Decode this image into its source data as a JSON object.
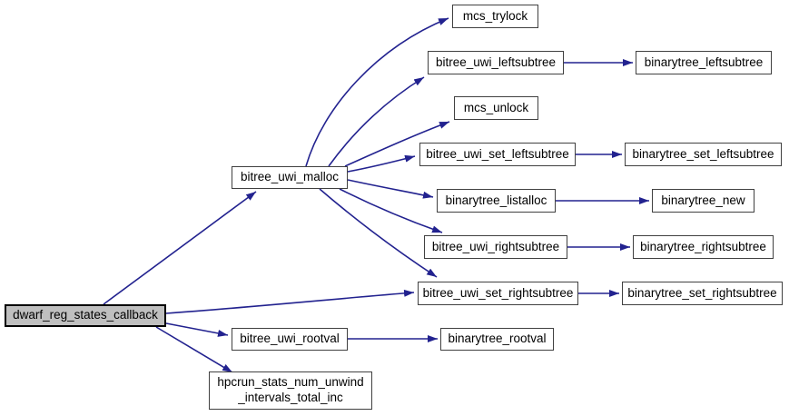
{
  "diagram": {
    "kind": "call-graph",
    "edge_color": "#22228f",
    "node_fill": "#ffffff",
    "node_border_color": "#404040",
    "root_fill": "#bfbfbf",
    "root_border_color": "#000000"
  },
  "nodes": [
    {
      "id": "dwarf_reg_states_callback",
      "label": "dwarf_reg_states_callback",
      "root": true
    },
    {
      "id": "bitree_uwi_malloc",
      "label": "bitree_uwi_malloc"
    },
    {
      "id": "bitree_uwi_rootval",
      "label": "bitree_uwi_rootval"
    },
    {
      "id": "hpcrun_stats_num_unwind_intervals_total_inc",
      "label_line1": "hpcrun_stats_num_unwind",
      "label_line2": "_intervals_total_inc"
    },
    {
      "id": "mcs_trylock",
      "label": "mcs_trylock"
    },
    {
      "id": "bitree_uwi_leftsubtree",
      "label": "bitree_uwi_leftsubtree"
    },
    {
      "id": "mcs_unlock",
      "label": "mcs_unlock"
    },
    {
      "id": "bitree_uwi_set_leftsubtree",
      "label": "bitree_uwi_set_leftsubtree"
    },
    {
      "id": "binarytree_listalloc",
      "label": "binarytree_listalloc"
    },
    {
      "id": "bitree_uwi_rightsubtree",
      "label": "bitree_uwi_rightsubtree"
    },
    {
      "id": "bitree_uwi_set_rightsubtree",
      "label": "bitree_uwi_set_rightsubtree"
    },
    {
      "id": "binarytree_rootval",
      "label": "binarytree_rootval"
    },
    {
      "id": "binarytree_leftsubtree",
      "label": "binarytree_leftsubtree"
    },
    {
      "id": "binarytree_set_leftsubtree",
      "label": "binarytree_set_leftsubtree"
    },
    {
      "id": "binarytree_new",
      "label": "binarytree_new"
    },
    {
      "id": "binarytree_rightsubtree",
      "label": "binarytree_rightsubtree"
    },
    {
      "id": "binarytree_set_rightsubtree",
      "label": "binarytree_set_rightsubtree"
    }
  ],
  "edges": [
    {
      "from": "dwarf_reg_states_callback",
      "to": "bitree_uwi_malloc"
    },
    {
      "from": "dwarf_reg_states_callback",
      "to": "bitree_uwi_set_rightsubtree"
    },
    {
      "from": "dwarf_reg_states_callback",
      "to": "bitree_uwi_rootval"
    },
    {
      "from": "dwarf_reg_states_callback",
      "to": "hpcrun_stats_num_unwind_intervals_total_inc"
    },
    {
      "from": "bitree_uwi_malloc",
      "to": "mcs_trylock"
    },
    {
      "from": "bitree_uwi_malloc",
      "to": "bitree_uwi_leftsubtree"
    },
    {
      "from": "bitree_uwi_malloc",
      "to": "mcs_unlock"
    },
    {
      "from": "bitree_uwi_malloc",
      "to": "bitree_uwi_set_leftsubtree"
    },
    {
      "from": "bitree_uwi_malloc",
      "to": "binarytree_listalloc"
    },
    {
      "from": "bitree_uwi_malloc",
      "to": "bitree_uwi_rightsubtree"
    },
    {
      "from": "bitree_uwi_malloc",
      "to": "bitree_uwi_set_rightsubtree"
    },
    {
      "from": "bitree_uwi_leftsubtree",
      "to": "binarytree_leftsubtree"
    },
    {
      "from": "bitree_uwi_set_leftsubtree",
      "to": "binarytree_set_leftsubtree"
    },
    {
      "from": "binarytree_listalloc",
      "to": "binarytree_new"
    },
    {
      "from": "bitree_uwi_rightsubtree",
      "to": "binarytree_rightsubtree"
    },
    {
      "from": "bitree_uwi_set_rightsubtree",
      "to": "binarytree_set_rightsubtree"
    },
    {
      "from": "bitree_uwi_rootval",
      "to": "binarytree_rootval"
    }
  ]
}
